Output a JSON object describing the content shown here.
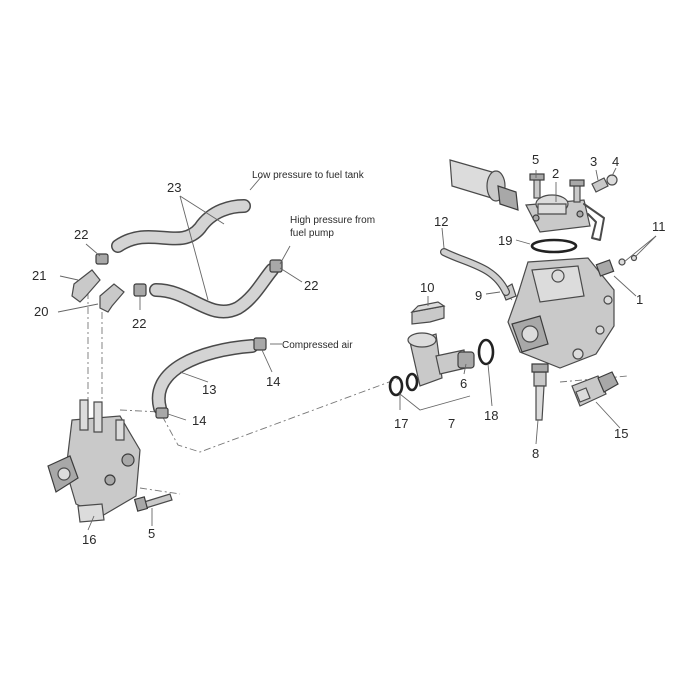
{
  "labels": {
    "low_pressure": "Low pressure to fuel tank",
    "high_pressure_1": "High pressure from",
    "high_pressure_2": "fuel pump",
    "compressed_air": "Compressed air"
  },
  "callouts": {
    "n1": "1",
    "n2": "2",
    "n3": "3",
    "n4": "4",
    "n5a": "5",
    "n5b": "5",
    "n6": "6",
    "n7": "7",
    "n8": "8",
    "n9": "9",
    "n10": "10",
    "n11": "11",
    "n12": "12",
    "n13": "13",
    "n14a": "14",
    "n14b": "14",
    "n15": "15",
    "n16": "16",
    "n17": "17",
    "n18": "18",
    "n19": "19",
    "n20": "20",
    "n21": "21",
    "n22a": "22",
    "n22b": "22",
    "n22c": "22",
    "n23": "23"
  },
  "colors": {
    "part": "#c9c9c9",
    "outline": "#4a4a4a",
    "text": "#2a2a2a"
  }
}
